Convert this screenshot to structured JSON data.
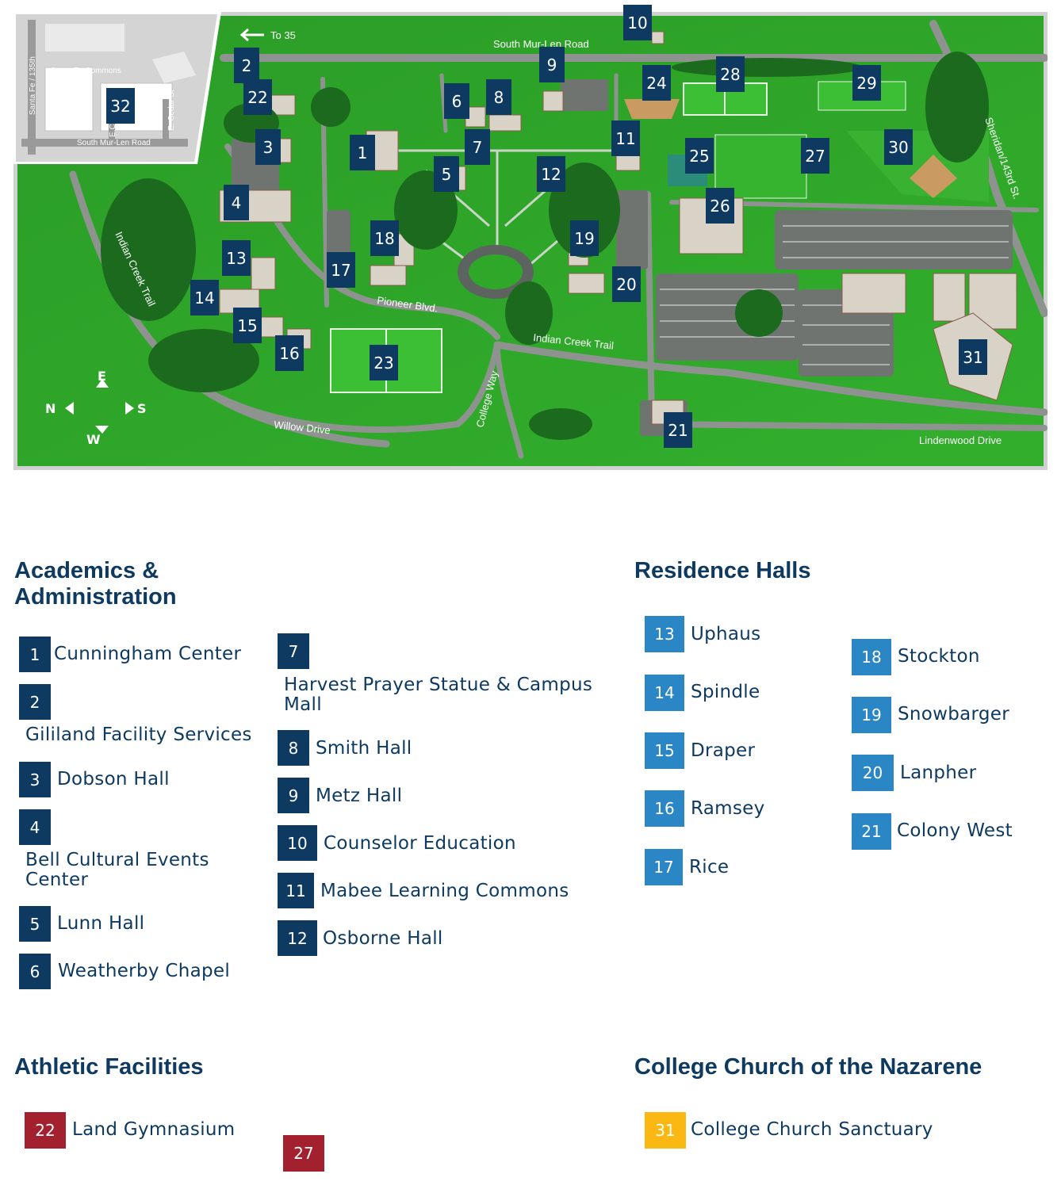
{
  "map": {
    "road_labels": {
      "to_35": "To 35",
      "south_mur_len_road": "South Mur-Len Road",
      "sheridan": "Sheridan/143rd St.",
      "indian_creek_trail_left": "Indian Creek Trail",
      "indian_creek_trail_mid": "Indian Creek Trail",
      "pioneer_blvd": "Pioneer Blvd.",
      "college_way": "College Way",
      "willow_drive": "Willow Drive",
      "lindenwood_drive": "Lindenwood Drive"
    },
    "inset": {
      "santa_fe_commons": "Santa Fe Commons",
      "santa_fe_135th": "Santa Fe / 135th",
      "south_mur_len_road": "South Mur-Len Road",
      "e_cedar_st": "E. Cedar St",
      "ec": "E.C."
    },
    "compass": {
      "n": "N",
      "e": "E",
      "s": "S",
      "w": "W"
    },
    "markers": [
      "1",
      "2",
      "3",
      "4",
      "5",
      "6",
      "7",
      "8",
      "9",
      "10",
      "11",
      "12",
      "13",
      "14",
      "15",
      "16",
      "17",
      "18",
      "19",
      "20",
      "21",
      "22",
      "23",
      "24",
      "25",
      "26",
      "27",
      "28",
      "29",
      "30",
      "31",
      "32"
    ]
  },
  "legend": {
    "academics": {
      "title": "Academics & Administration",
      "items": [
        {
          "num": "1",
          "name": "Cunningham Center"
        },
        {
          "num": "2",
          "name": "Gililand Facility Services"
        },
        {
          "num": "3",
          "name": "Dobson Hall"
        },
        {
          "num": "4",
          "name": "Bell Cultural Events Center"
        },
        {
          "num": "5",
          "name": "Lunn Hall"
        },
        {
          "num": "6",
          "name": "Weatherby Chapel"
        },
        {
          "num": "7",
          "name": "Harvest Prayer Statue & Campus Mall"
        },
        {
          "num": "8",
          "name": "Smith Hall"
        },
        {
          "num": "9",
          "name": "Metz Hall"
        },
        {
          "num": "10",
          "name": "Counselor Education"
        },
        {
          "num": "11",
          "name": "Mabee Learning Commons"
        },
        {
          "num": "12",
          "name": "Osborne Hall"
        }
      ]
    },
    "residence": {
      "title": "Residence Halls",
      "items": [
        {
          "num": "13",
          "name": "Uphaus"
        },
        {
          "num": "14",
          "name": "Spindle"
        },
        {
          "num": "15",
          "name": "Draper"
        },
        {
          "num": "16",
          "name": "Ramsey"
        },
        {
          "num": "17",
          "name": "Rice"
        },
        {
          "num": "18",
          "name": "Stockton"
        },
        {
          "num": "19",
          "name": "Snowbarger"
        },
        {
          "num": "20",
          "name": "Lanpher"
        },
        {
          "num": "21",
          "name": "Colony West"
        }
      ]
    },
    "athletic": {
      "title": "Athletic Facilities",
      "items": [
        {
          "num": "22",
          "name": "Land Gymnasium"
        },
        {
          "num": "27",
          "name": ""
        }
      ]
    },
    "church": {
      "title": "College Church of the Nazarene",
      "items": [
        {
          "num": "31",
          "name": "College Church Sanctuary"
        }
      ]
    }
  },
  "colors": {
    "navy": "#0e3a61",
    "residence_blue": "#2b86c5",
    "athletic_red": "#a3202e",
    "church_gold": "#fbb812",
    "grass": "#2fa82a"
  }
}
